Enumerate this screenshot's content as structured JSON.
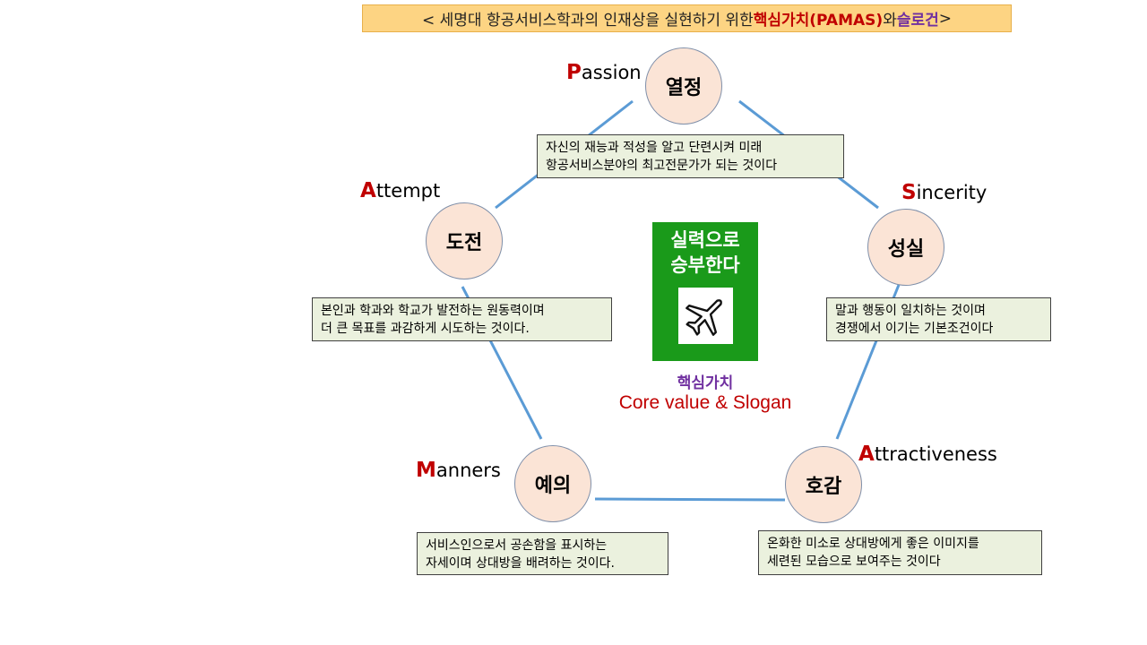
{
  "header": {
    "title_prefix": "< 세명대 항공서비스학과의 인재상을 실현하기 위한 ",
    "title_core": "핵심가치(PAMAS)",
    "title_mid": "와 ",
    "title_slogan": "슬로건",
    "title_suffix": " >"
  },
  "center": {
    "slogan_line1": "실력으로",
    "slogan_line2": "승부한다",
    "plane_icon": "airplane-icon",
    "core_ko": "핵심가치",
    "core_en": "Core value & Slogan"
  },
  "values": {
    "passion": {
      "ko": "열정",
      "cap": "P",
      "rest": "assion",
      "desc1": "자신의 재능과 적성을 알고 단련시켜 미래",
      "desc2": "항공서비스분야의 최고전문가가 되는 것이다"
    },
    "sincerity": {
      "ko": "성실",
      "cap": "S",
      "rest": "incerity",
      "desc1": "말과 행동이 일치하는 것이며",
      "desc2": "경쟁에서 이기는 기본조건이다"
    },
    "attractiveness": {
      "ko": "호감",
      "cap": "A",
      "rest": "ttractiveness",
      "desc1": "온화한 미소로 상대방에게 좋은 이미지를",
      "desc2": "세련된 모습으로 보여주는 것이다"
    },
    "manners": {
      "ko": "예의",
      "cap": "M",
      "rest": "anners",
      "desc1": "서비스인으로서 공손함을 표시하는",
      "desc2": "자세이며 상대방을 배려하는 것이다."
    },
    "attempt": {
      "ko": "도전",
      "cap": "A",
      "rest": "ttempt",
      "desc1": "본인과 학과와 학교가 발전하는 원동력이며",
      "desc2": "더 큰 목표를 과감하게 시도하는 것이다."
    }
  },
  "colors": {
    "title_bg": "#fdd483",
    "node_fill": "#fbe4d6",
    "desc_fill": "#ebf1de",
    "connector": "#5b9bd5",
    "accent_red": "#c00000",
    "accent_purple": "#7030a0",
    "slogan_green": "#1a9a1a"
  }
}
